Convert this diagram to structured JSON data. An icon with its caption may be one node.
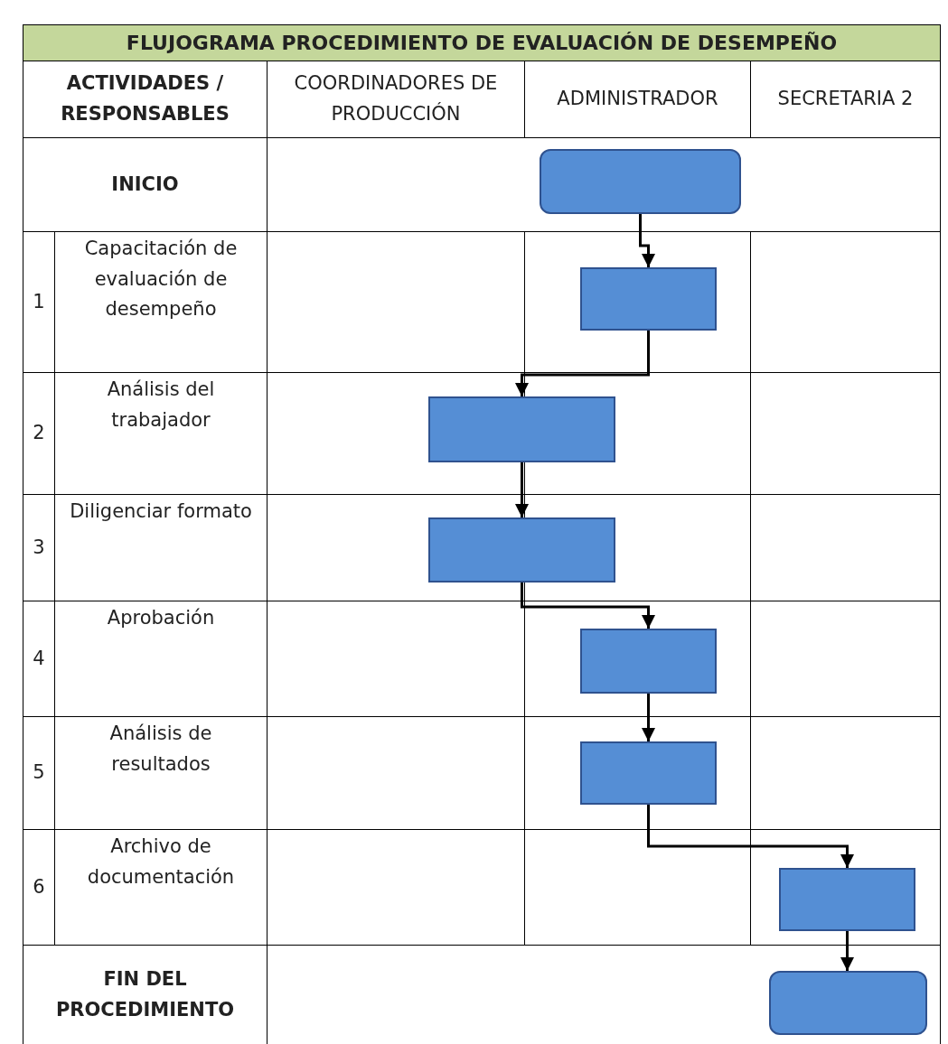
{
  "diagram": {
    "title": "FLUJOGRAMA PROCEDIMIENTO DE EVALUACIÓN DE DESEMPEÑO",
    "nodes": [
      {
        "text": [],
        "shape": "box"
      },
      {
        "text": [],
        "shape": "box"
      },
      {
        "text": [],
        "shape": "box"
      },
      {
        "text": [],
        "shape": "box"
      },
      {
        "text": [],
        "shape": "box"
      },
      {
        "text": [],
        "shape": "box"
      },
      {
        "text": [],
        "shape": "box"
      },
      {
        "text": [],
        "shape": "box"
      }
    ],
    "edges": [
      {
        "from": 0,
        "to": 1,
        "arrow": "to"
      },
      {
        "from": 1,
        "to": 2,
        "arrow": "to"
      },
      {
        "from": 2,
        "to": 3,
        "arrow": "to"
      },
      {
        "from": 3,
        "to": 4,
        "arrow": "to"
      },
      {
        "from": 4,
        "to": 5,
        "arrow": "to"
      },
      {
        "from": 5,
        "to": 6,
        "arrow": "to"
      },
      {
        "from": 6,
        "to": 7,
        "arrow": "to"
      }
    ],
    "labels": [
      "ACTIVIDADES / RESPONSABLES",
      "COORDINADORES DE PRODUCCIÓN",
      "ADMINISTRADOR",
      "SECRETARIA 2",
      "INICIO",
      "1",
      "Capacitación de evaluación de desempeño",
      "2",
      "Análisis del trabajador",
      "3",
      "Diligenciar formato",
      "4",
      "Aprobación",
      "5",
      "Análisis de resultados",
      "6",
      "Archivo de documentación",
      "FIN DEL PROCEDIMIENTO"
    ]
  }
}
